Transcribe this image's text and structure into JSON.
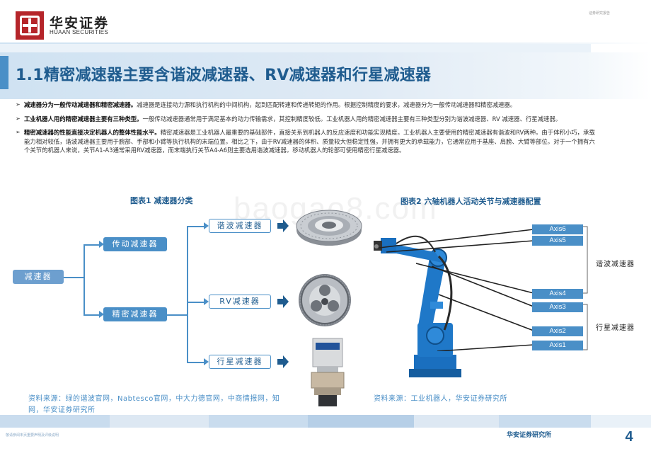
{
  "header": {
    "logo_cn": "华安证券",
    "logo_en": "HUAAN SECURITIES",
    "top_note": "证券研究报告"
  },
  "title": "1.1精密减速器主要含谐波减速器、RV减速器和行星减速器",
  "bullets": [
    {
      "bold": "减速器分为一般传动减速器和精密减速器。",
      "text": "减速器是连接动力源和执行机构的中间机构，起到匹配转速和传递转矩的作用。根据控制精度的要求，减速器分为一般传动减速器和精密减速器。"
    },
    {
      "bold": "工业机器人用的精密减速器主要有三种类型。",
      "text": "一般传动减速器通常用于满足基本的动力传输需求，其控制精度较低。工业机器人用的精密减速器主要有三种类型分别为谐波减速器、RV 减速器、行星减速器。"
    },
    {
      "bold": "精密减速器的性能直接决定机器人的整体性能水平。",
      "text": "精密减速器是工业机器人最重要的基础部件，直接关系到机器人的反应速度和功能实现精度。工业机器人主要使用的精密减速器有谐波和RV两种。由于体积小巧，承载能力相对较低，谐波减速器主要用于腕部、手部和小臂等执行机构的末端位置。相比之下，由于RV减速器的体积、质量较大但稳定性强，并拥有更大的承载能力，它通常应用于基座、肩膀、大臂等部位。对于一个拥有六个关节的机器人来说，关节A1-A3通常采用RV减速器，而末端执行关节A4-A6则主要选用谐波减速器。移动机器人的轮部可使用精密行星减速器。"
    }
  ],
  "fig1": {
    "caption": "图表1 减速器分类",
    "root": "减速器",
    "mid": [
      "传动减速器",
      "精密减速器"
    ],
    "leaves": [
      "谐波减速器",
      "RV减速器",
      "行星减速器"
    ],
    "source": "资料来源：绿的谐波官网，Nabtesco官网，中大力德官网，中商情报网，知网，华安证券研究所"
  },
  "fig2": {
    "caption": "图表2 六轴机器人活动关节与减速器配置",
    "axes": [
      "Axis6",
      "Axis5",
      "Axis4",
      "Axis3",
      "Axis2",
      "Axis1"
    ],
    "group_harmonic": "谐波减速器",
    "group_planetary": "行星减速器",
    "source": "资料来源：工业机器人，华安证券研究所"
  },
  "footer": {
    "note": "敬请参阅末页重要声明及评级说明",
    "org": "华安证券研究所",
    "page": "4"
  },
  "watermark": "baogao8.com",
  "colors": {
    "brand_red": "#b5252a",
    "accent_blue": "#4a8fc7",
    "title_blue": "#1f5c8f",
    "robot_blue": "#1f78c8"
  }
}
